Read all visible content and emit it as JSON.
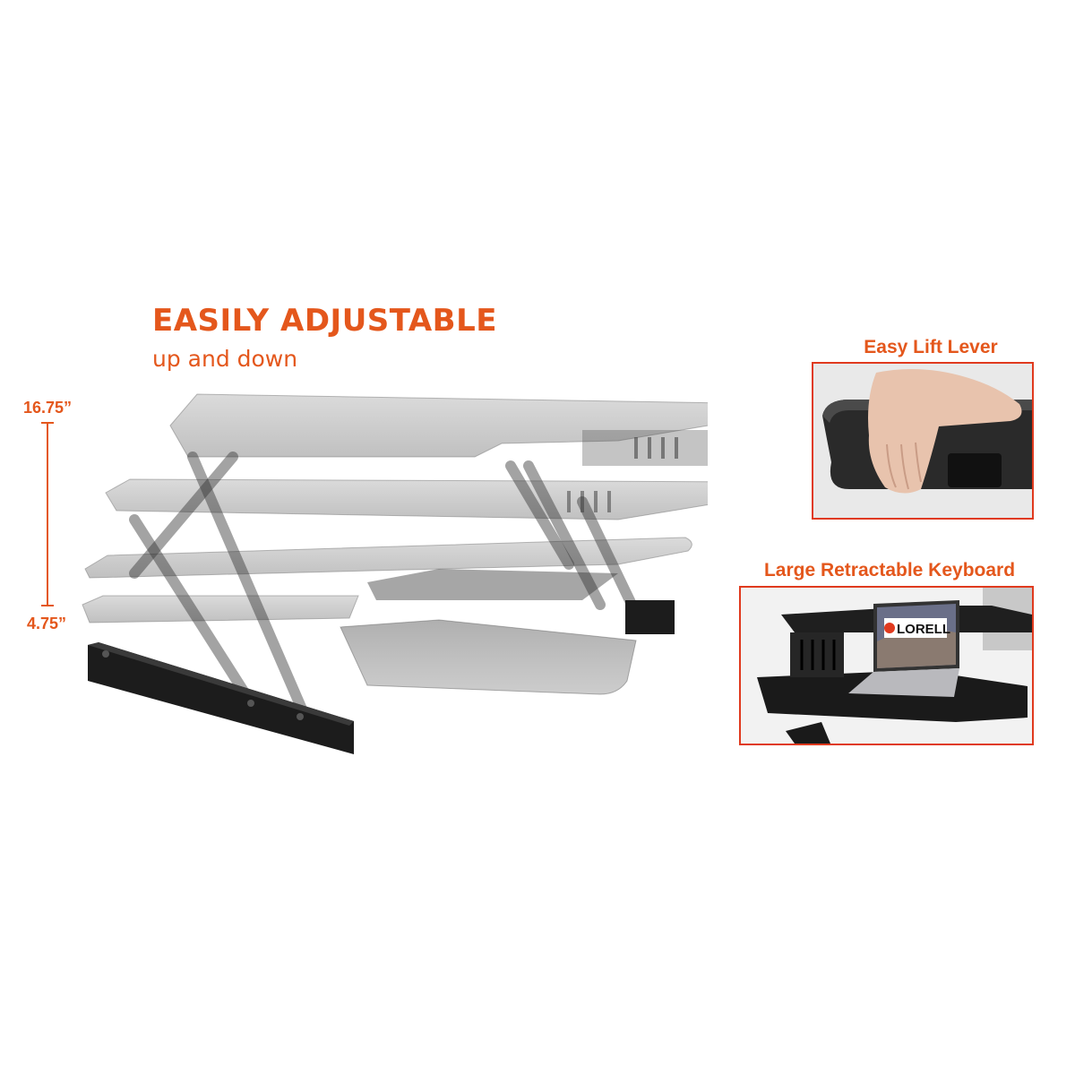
{
  "headline": {
    "title": "EASILY ADJUSTABLE",
    "subtitle": "up and down"
  },
  "height_range": {
    "max_label": "16.75”",
    "min_label": "4.75”"
  },
  "panels": [
    {
      "title": "Easy Lift Lever"
    },
    {
      "title": "Large Retractable Keyboard",
      "brand_text": "LORELL"
    }
  ],
  "colors": {
    "accent": "#e4571c",
    "panel_border": "#e03a1e",
    "desk_black": "#1c1c1c",
    "ghost_gray": "#8a8a8a"
  },
  "icons": [
    "height-range-bracket-icon",
    "standing-desk-converter-image",
    "lift-lever-photo",
    "keyboard-tray-photo"
  ]
}
